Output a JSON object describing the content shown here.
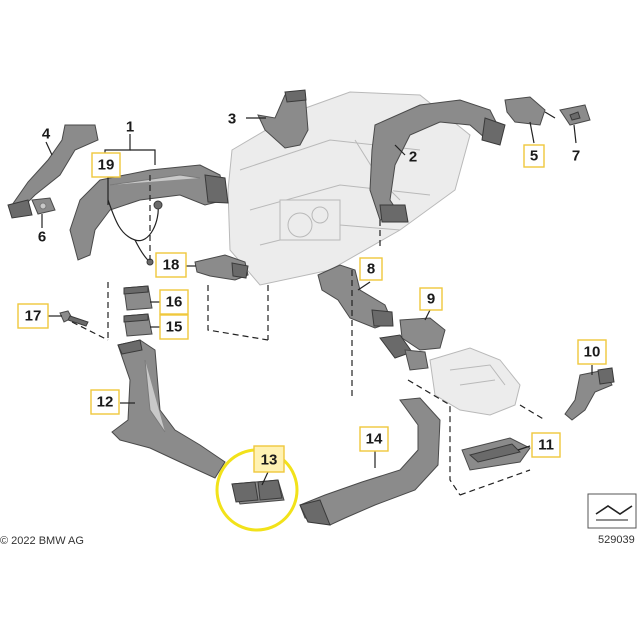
{
  "copyright": "© 2022 BMW AG",
  "diagram_number": "529039",
  "callouts": {
    "c1": "1",
    "c2": "2",
    "c3": "3",
    "c4": "4",
    "c5": "5",
    "c6": "6",
    "c7": "7",
    "c8": "8",
    "c9": "9",
    "c10": "10",
    "c11": "11",
    "c12": "12",
    "c13": "13",
    "c14": "14",
    "c15": "15",
    "c16": "16",
    "c17": "17",
    "c18": "18",
    "c19": "19"
  },
  "highlighted_part": "13",
  "colors": {
    "callout_border": "#f0c83c",
    "highlight_ring": "#f2e21a",
    "highlight_fill": "#fff2b3"
  }
}
